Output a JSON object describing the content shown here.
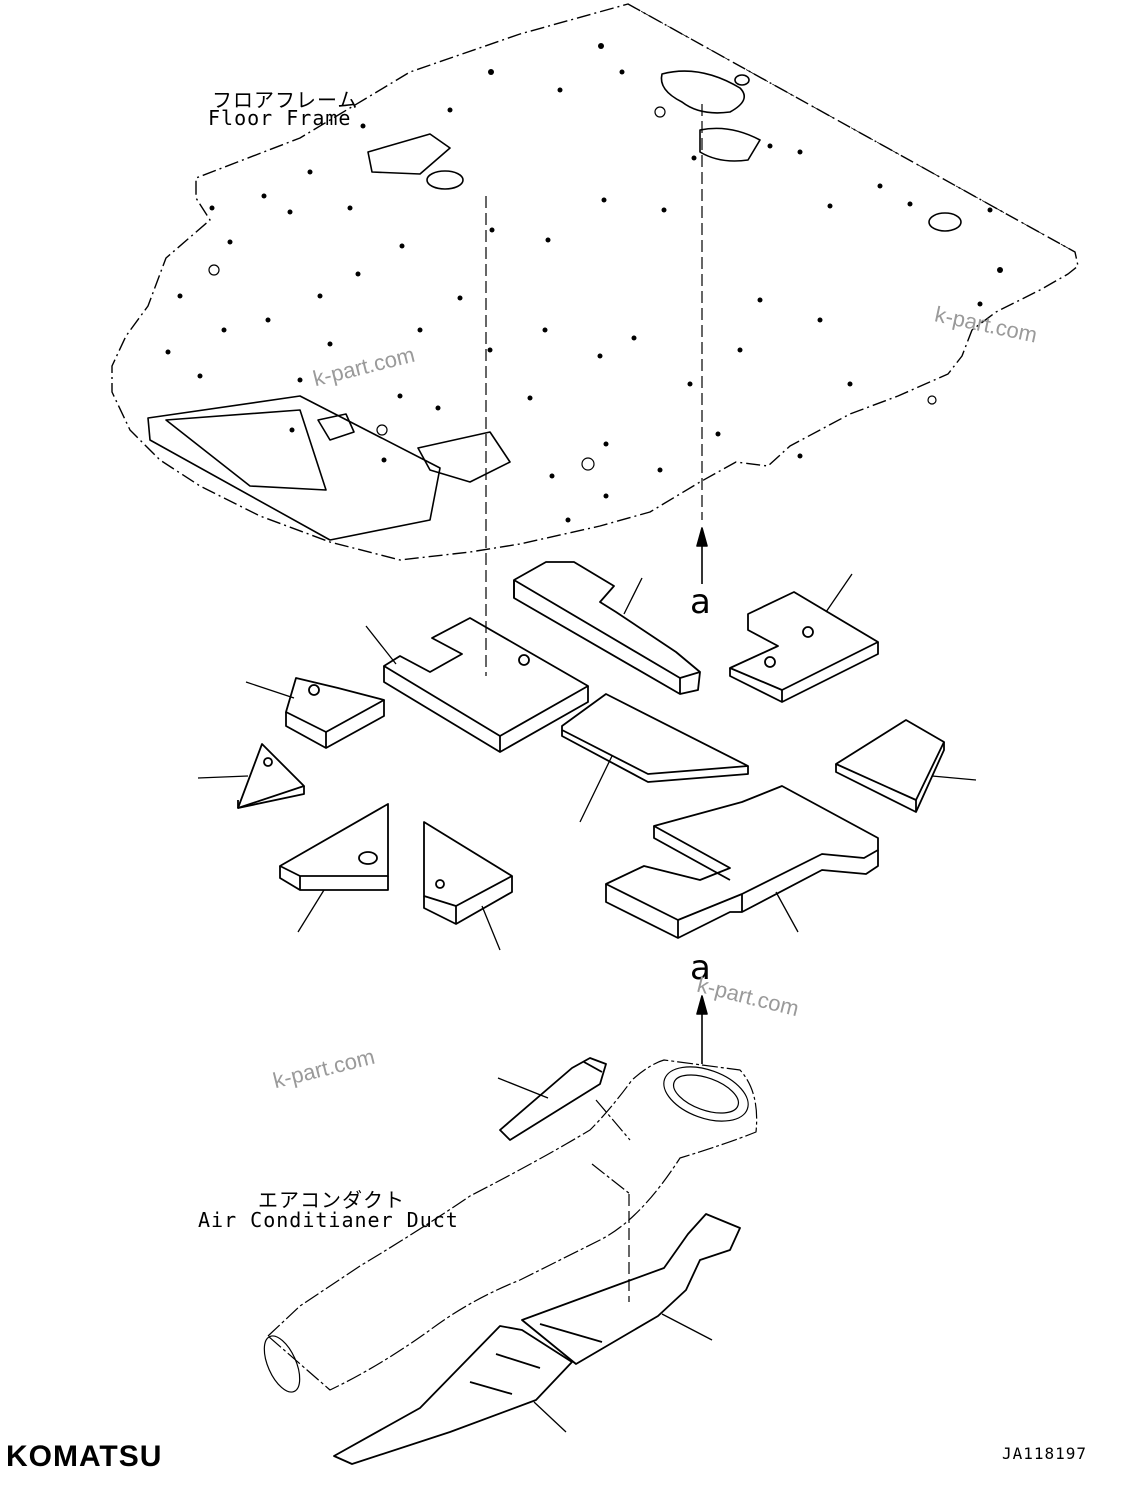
{
  "labels": {
    "floor_frame_ja": "フロアフレーム",
    "floor_frame_en": "Floor Frame",
    "air_duct_ja": "エアコンダクト",
    "air_duct_en": "Air Conditianer Duct",
    "view_mark_top": "a",
    "view_mark_bottom": "a"
  },
  "watermarks": [
    "k-part.com",
    "k-part.com",
    "k-part.com",
    "k-part.com"
  ],
  "footer": {
    "brand": "KOMATSU",
    "drawing_code": "JA118197"
  }
}
